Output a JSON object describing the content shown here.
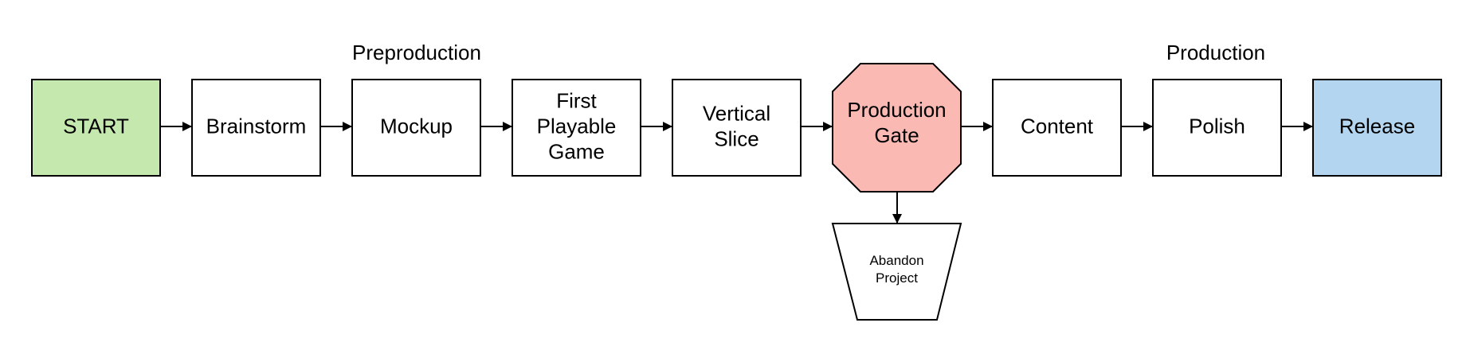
{
  "phases": {
    "preproduction": "Preproduction",
    "production": "Production"
  },
  "colors": {
    "start_fill": "#c5e8ae",
    "gate_fill": "#fbb9b3",
    "release_fill": "#b3d5ef",
    "default_fill": "#ffffff",
    "stroke": "#000000"
  },
  "nodes": {
    "start": {
      "lines": [
        "START"
      ]
    },
    "brainstorm": {
      "lines": [
        "Brainstorm"
      ]
    },
    "mockup": {
      "lines": [
        "Mockup"
      ]
    },
    "first_playable": {
      "lines": [
        "First",
        "Playable",
        "Game"
      ]
    },
    "vertical_slice": {
      "lines": [
        "Vertical",
        "Slice"
      ]
    },
    "production_gate": {
      "lines": [
        "Production",
        "Gate"
      ]
    },
    "content": {
      "lines": [
        "Content"
      ]
    },
    "polish": {
      "lines": [
        "Polish"
      ]
    },
    "release": {
      "lines": [
        "Release"
      ]
    },
    "abandon": {
      "lines": [
        "Abandon",
        "Project"
      ]
    }
  }
}
